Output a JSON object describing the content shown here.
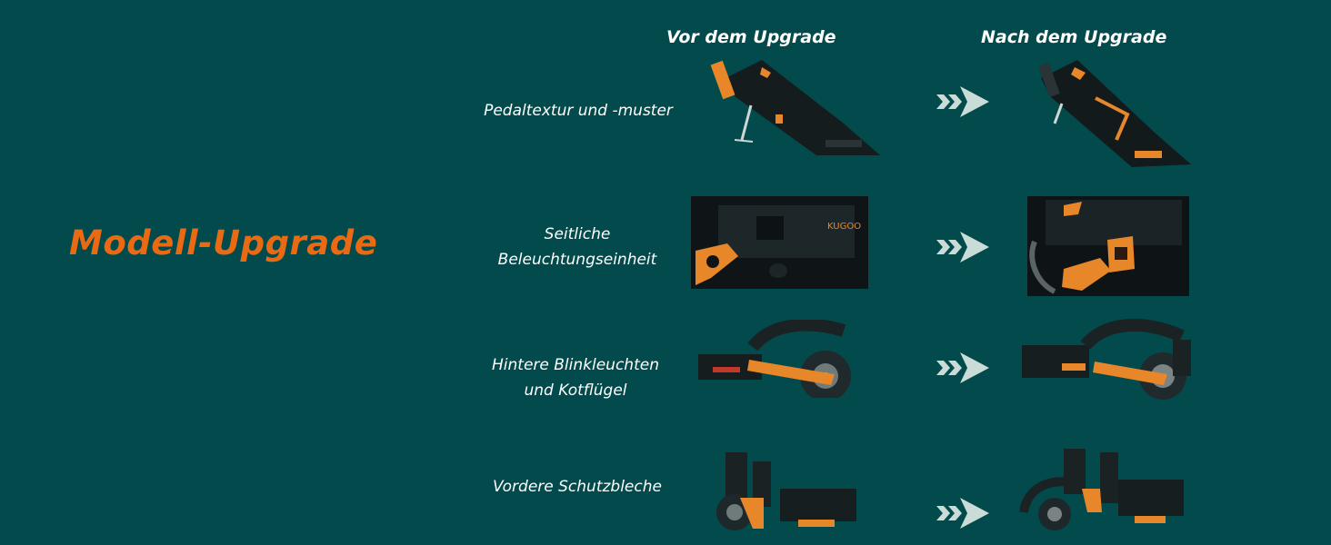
{
  "title": "Modell-Upgrade",
  "columns": {
    "before": "Vor dem Upgrade",
    "after": "Nach dem Upgrade"
  },
  "rows": [
    {
      "label_lines": [
        "Pedaltextur und -muster"
      ]
    },
    {
      "label_lines": [
        "Seitliche",
        "Beleuchtungseinheit"
      ]
    },
    {
      "label_lines": [
        "Hintere Blinkleuchten",
        "und Kotflügel"
      ]
    },
    {
      "label_lines": [
        "Vordere Schutzbleche"
      ]
    }
  ],
  "colors": {
    "background": "#024a4c",
    "title": "#ea6a14",
    "accent_orange": "#e8862a",
    "arrow": "#c9dcd8"
  }
}
